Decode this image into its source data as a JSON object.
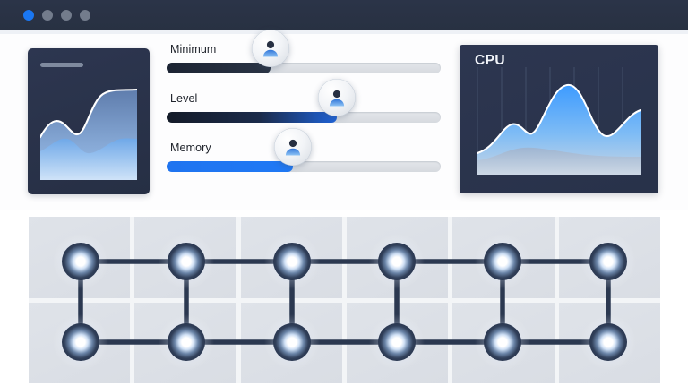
{
  "window": {
    "titlebar": {
      "name": "window-titlebar",
      "dots": [
        {
          "name": "dot-active",
          "color": "#1a77f2",
          "active": true
        },
        {
          "name": "dot-2",
          "color": "#737c8c",
          "active": false
        },
        {
          "name": "dot-3",
          "color": "#737c8c",
          "active": false
        },
        {
          "name": "dot-4",
          "color": "#737c8c",
          "active": false
        }
      ]
    }
  },
  "preview_card": {
    "placeholder_bar": "",
    "chart_data": {
      "type": "area",
      "title": "",
      "xlabel": "",
      "ylabel": "",
      "grid": false,
      "legend": false,
      "x": [
        0,
        1,
        2,
        3,
        4,
        5,
        6,
        7,
        8
      ],
      "series": [
        {
          "name": "upper",
          "values": [
            38,
            55,
            52,
            40,
            34,
            58,
            82,
            92,
            94
          ]
        },
        {
          "name": "lower",
          "values": [
            20,
            30,
            36,
            32,
            24,
            20,
            28,
            40,
            48
          ]
        }
      ],
      "ylim": [
        0,
        100
      ]
    }
  },
  "sliders": {
    "items": [
      {
        "label": "Minimum",
        "value": 38,
        "min": 0,
        "max": 100,
        "fill_start": "#1c2433",
        "fill_end": "#2a3445",
        "thumb_icon": "user-avatar-icon"
      },
      {
        "label": "Level",
        "value": 62,
        "min": 0,
        "max": 100,
        "fill_start": "#141b28",
        "fill_end": "#1f63d8",
        "thumb_icon": "user-avatar-icon"
      },
      {
        "label": "Memory",
        "value": 46,
        "min": 0,
        "max": 100,
        "fill_start": "#1f74f0",
        "fill_end": "#2079f5",
        "thumb_icon": "user-avatar-icon"
      }
    ]
  },
  "cpu_card": {
    "label": "CPU",
    "chart_data": {
      "type": "area",
      "title": "CPU",
      "xlabel": "",
      "ylabel": "",
      "grid": true,
      "gridlines_vertical": 7,
      "legend": false,
      "x": [
        0,
        1,
        2,
        3,
        4,
        5,
        6,
        7,
        8,
        9,
        10
      ],
      "series": [
        {
          "name": "cpu-primary",
          "color": "#3d9bff",
          "values": [
            18,
            22,
            46,
            40,
            55,
            88,
            95,
            70,
            36,
            52,
            60
          ]
        },
        {
          "name": "cpu-secondary",
          "color": "#aebdd4",
          "values": [
            10,
            12,
            16,
            18,
            22,
            26,
            28,
            26,
            22,
            24,
            26
          ]
        }
      ],
      "ylim": [
        0,
        100
      ]
    }
  },
  "node_graph": {
    "name": "node-graph",
    "columns": 6,
    "rows": 2,
    "node_count": 12,
    "nodes": [
      {
        "id": "n-r1c1",
        "col": 1,
        "row": 1
      },
      {
        "id": "n-r1c2",
        "col": 2,
        "row": 1
      },
      {
        "id": "n-r1c3",
        "col": 3,
        "row": 1
      },
      {
        "id": "n-r1c4",
        "col": 4,
        "row": 1
      },
      {
        "id": "n-r1c5",
        "col": 5,
        "row": 1
      },
      {
        "id": "n-r1c6",
        "col": 6,
        "row": 1
      },
      {
        "id": "n-r2c1",
        "col": 1,
        "row": 2
      },
      {
        "id": "n-r2c2",
        "col": 2,
        "row": 2
      },
      {
        "id": "n-r2c3",
        "col": 3,
        "row": 2
      },
      {
        "id": "n-r2c4",
        "col": 4,
        "row": 2
      },
      {
        "id": "n-r2c5",
        "col": 5,
        "row": 2
      },
      {
        "id": "n-r2c6",
        "col": 6,
        "row": 2
      }
    ],
    "edges": [
      {
        "from": "n-r1c1",
        "to": "n-r1c2"
      },
      {
        "from": "n-r1c2",
        "to": "n-r1c3"
      },
      {
        "from": "n-r1c3",
        "to": "n-r1c4"
      },
      {
        "from": "n-r1c4",
        "to": "n-r1c5"
      },
      {
        "from": "n-r1c5",
        "to": "n-r1c6"
      },
      {
        "from": "n-r2c1",
        "to": "n-r2c2"
      },
      {
        "from": "n-r2c2",
        "to": "n-r2c3"
      },
      {
        "from": "n-r2c3",
        "to": "n-r2c4"
      },
      {
        "from": "n-r2c4",
        "to": "n-r2c5"
      },
      {
        "from": "n-r2c5",
        "to": "n-r2c6"
      },
      {
        "from": "n-r1c1",
        "to": "n-r2c1"
      },
      {
        "from": "n-r1c2",
        "to": "n-r2c2"
      },
      {
        "from": "n-r1c3",
        "to": "n-r2c3"
      },
      {
        "from": "n-r1c4",
        "to": "n-r2c4"
      },
      {
        "from": "n-r1c5",
        "to": "n-r2c5"
      },
      {
        "from": "n-r1c6",
        "to": "n-r2c6"
      }
    ],
    "colors": {
      "node_rim": "#2c3a52",
      "node_core": "#ffffff",
      "edge": "#2b3850",
      "cell": "#dfe3e9",
      "panel": "#f3f5f7"
    }
  }
}
